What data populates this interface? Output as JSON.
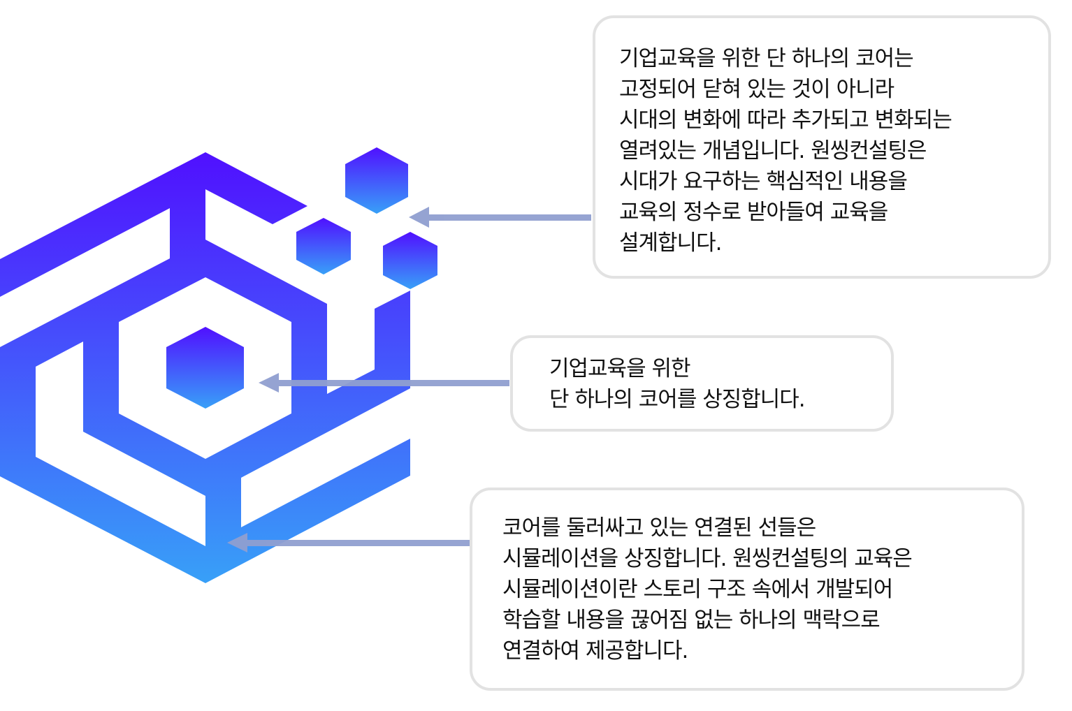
{
  "colors": {
    "gradient_top": "#5010FF",
    "gradient_bottom": "#38A0F8",
    "arrow": "#909FD0",
    "box_border": "#E2E2E2"
  },
  "callouts": [
    {
      "lines": [
        "기업교육을 위한 단 하나의 코어는",
        "고정되어 닫혀 있는 것이 아니라",
        "시대의 변화에 따라 추가되고 변화되는",
        "열려있는 개념입니다. 원씽컨설팅은",
        "시대가 요구하는 핵심적인 내용을",
        "교육의 정수로 받아들여 교육을",
        "설계합니다."
      ]
    },
    {
      "lines": [
        "기업교육을 위한",
        "단 하나의 코어를 상징합니다."
      ]
    },
    {
      "lines": [
        "코어를 둘러싸고 있는 연결된 선들은",
        "시뮬레이션을 상징합니다. 원씽컨설팅의 교육은",
        "시뮬레이션이란 스토리 구조 속에서 개발되어",
        "학습할 내용을 끊어짐 없는 하나의 맥락으로",
        "연결하여 제공합니다."
      ]
    }
  ]
}
